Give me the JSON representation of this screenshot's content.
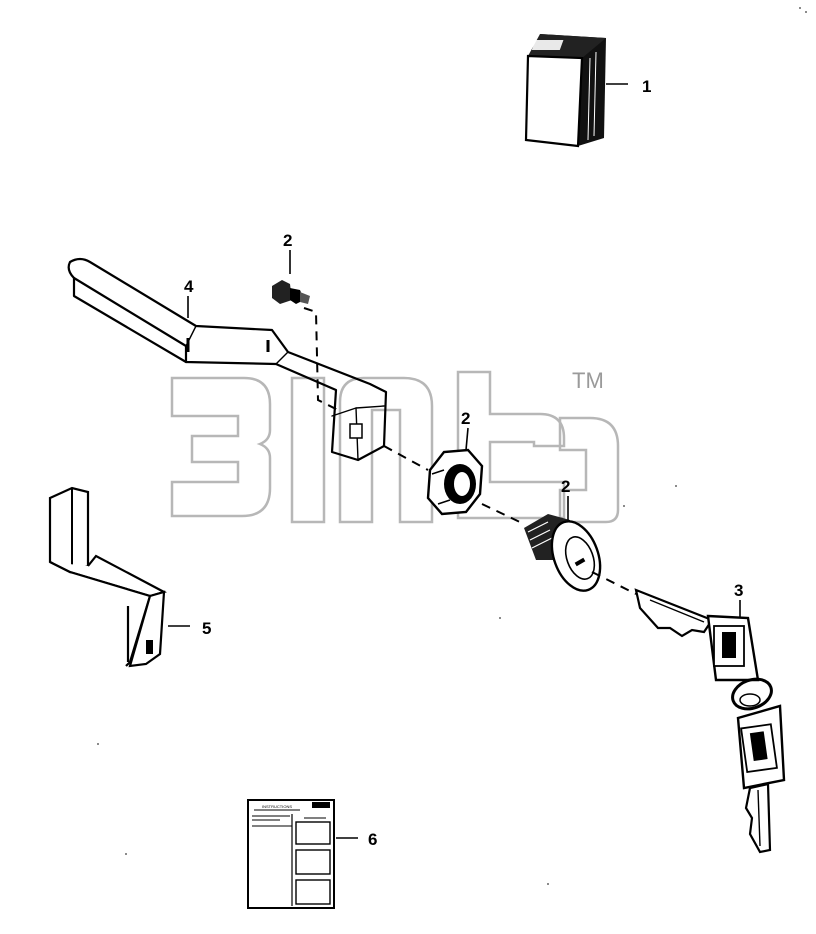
{
  "diagram": {
    "callouts": [
      {
        "id": "c1",
        "label": "1"
      },
      {
        "id": "c2a",
        "label": "2"
      },
      {
        "id": "c2b",
        "label": "2"
      },
      {
        "id": "c2c",
        "label": "2"
      },
      {
        "id": "c3",
        "label": "3"
      },
      {
        "id": "c4",
        "label": "4"
      },
      {
        "id": "c5",
        "label": "5"
      },
      {
        "id": "c6",
        "label": "6"
      }
    ],
    "watermark": {
      "trademark": "TM"
    },
    "instruction_sheet": {
      "heading": "INSTRUCTIONS"
    },
    "colors": {
      "ink": "#000000",
      "watermark": "#b7b7b7",
      "background": "#ffffff"
    }
  }
}
